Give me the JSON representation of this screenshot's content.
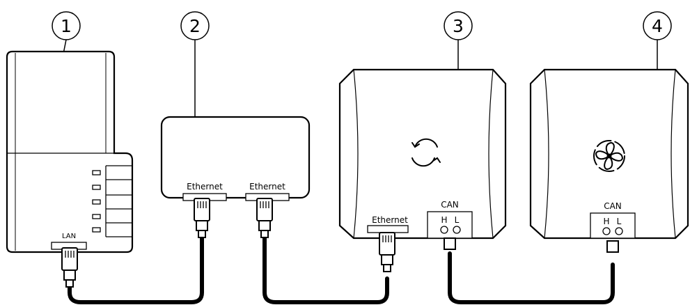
{
  "callouts": [
    "1",
    "2",
    "3",
    "4"
  ],
  "device1": {
    "port_label": "LAN"
  },
  "device2": {
    "port_left_label": "Ethernet",
    "port_right_label": "Ethernet"
  },
  "device3": {
    "ethernet_label": "Ethernet",
    "can_label": "CAN",
    "can_h": "H",
    "can_l": "L",
    "icon": "sync-icon"
  },
  "device4": {
    "can_label": "CAN",
    "can_h": "H",
    "can_l": "L",
    "icon": "fan-icon"
  }
}
